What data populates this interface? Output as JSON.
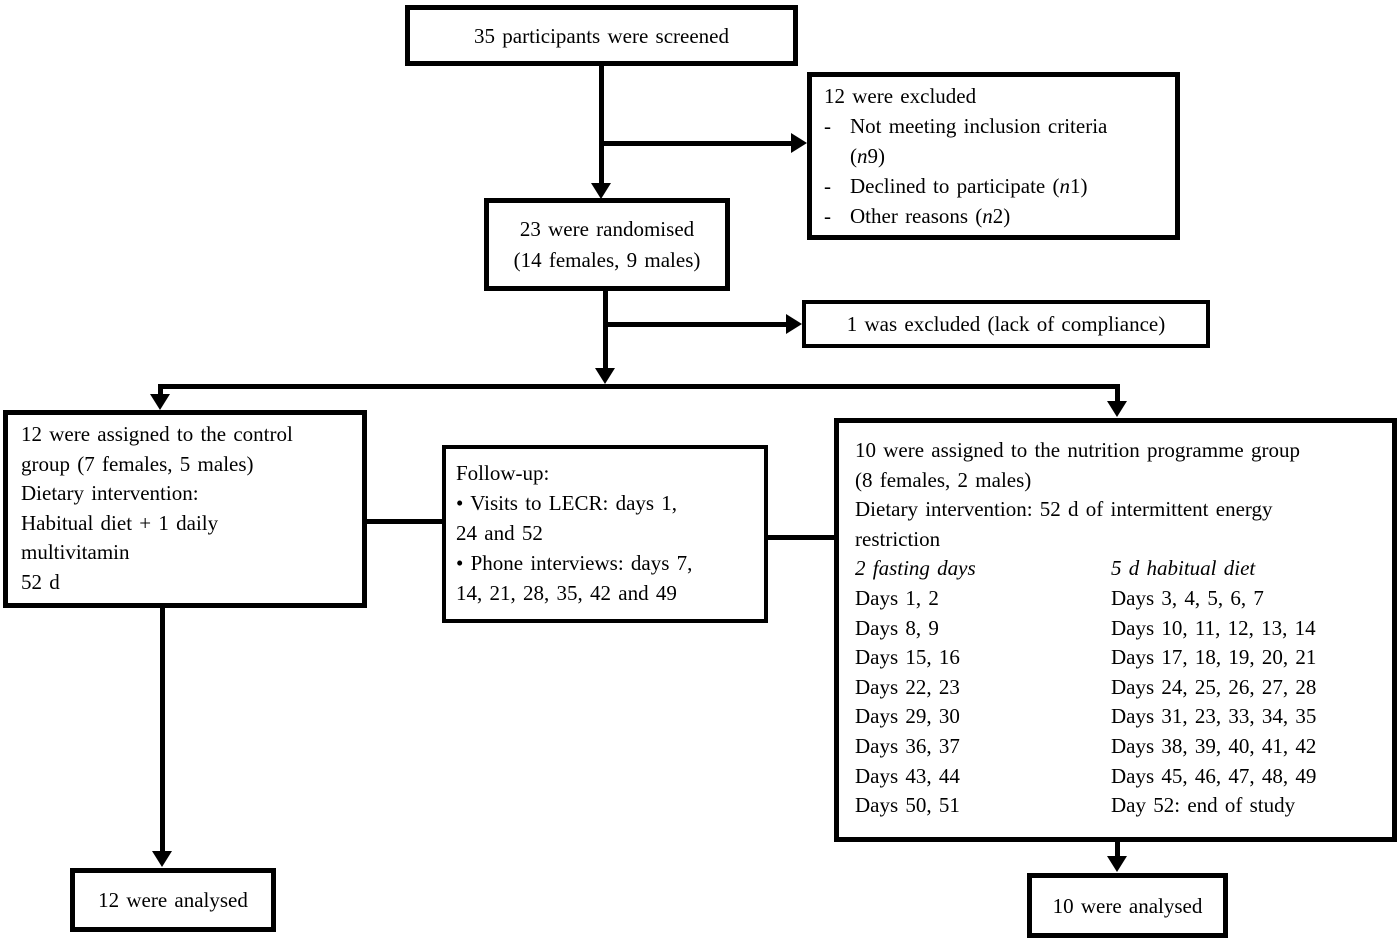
{
  "screened": {
    "text": "35 participants were screened"
  },
  "excluded": {
    "title": "12 were excluded",
    "dash": "-",
    "reason1": "Not meeting inclusion criteria",
    "reason1_cont_open": "(",
    "reason1_cont_n": "n",
    "reason1_cont_close": "9)",
    "reason2": "Declined to participate (",
    "reason2_n": "n",
    "reason2_close": "1)",
    "reason3": "Other reasons (",
    "reason3_n": "n",
    "reason3_close": "2)"
  },
  "randomised": {
    "line1": "23 were randomised",
    "line2": "(14 females, 9 males)"
  },
  "compliance": {
    "text": "1 was excluded (lack of compliance)"
  },
  "control": {
    "lines": [
      "12 were assigned to the control",
      "group (7 females, 5 males)",
      "Dietary intervention:",
      "Habitual diet + 1 daily",
      "multivitamin",
      "52 d"
    ]
  },
  "followup": {
    "lines": [
      "Follow-up:",
      "• Visits to LECR: days 1,",
      "24 and 52",
      "• Phone interviews: days 7,",
      "14, 21, 28, 35, 42 and 49"
    ]
  },
  "nutrition": {
    "line1": "10 were assigned to the nutrition programme group",
    "line2": "(8 females, 2 males)",
    "line3": "Dietary intervention: 52 d of intermittent energy",
    "line4": "restriction",
    "col1_header": "2 fasting days",
    "col2_header": "5 d habitual diet",
    "schedule": [
      {
        "f": "Days 1, 2",
        "h": "Days 3, 4, 5, 6, 7"
      },
      {
        "f": "Days 8, 9",
        "h": "Days 10, 11, 12, 13, 14"
      },
      {
        "f": "Days 15, 16",
        "h": "Days 17, 18, 19, 20, 21"
      },
      {
        "f": "Days 22, 23",
        "h": "Days 24, 25, 26, 27, 28"
      },
      {
        "f": "Days 29, 30",
        "h": "Days 31, 23, 33, 34, 35"
      },
      {
        "f": "Days 36, 37",
        "h": "Days 38, 39, 40, 41, 42"
      },
      {
        "f": "Days 43, 44",
        "h": "Days 45, 46, 47, 48, 49"
      },
      {
        "f": "Days 50, 51",
        "h": "Day 52: end of study"
      }
    ]
  },
  "analysed_control": {
    "text": "12 were analysed"
  },
  "analysed_nutrition": {
    "text": "10 were analysed"
  }
}
